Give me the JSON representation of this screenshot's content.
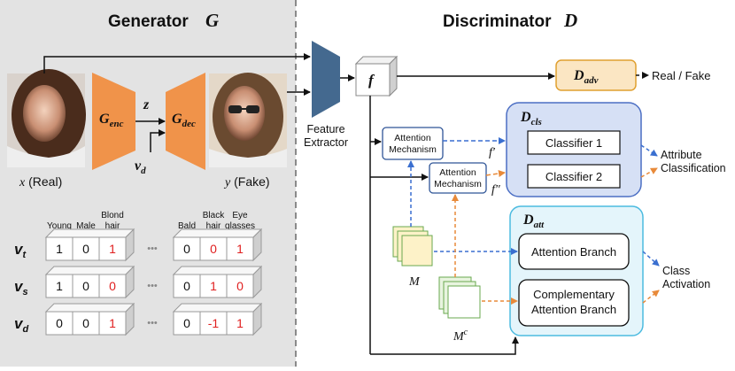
{
  "generator": {
    "title": "Generator",
    "symbol": "G",
    "encoder": {
      "base": "G",
      "sub": "enc"
    },
    "decoder": {
      "base": "G",
      "sub": "dec"
    },
    "latent": "z",
    "vd": {
      "base": "v",
      "sub": "d"
    },
    "real_caption": {
      "var": "x",
      "text": "(Real)"
    },
    "fake_caption": {
      "var": "y",
      "text": "(Fake)"
    }
  },
  "discriminator": {
    "title": "Discriminator",
    "symbol": "D",
    "feature_extractor": [
      "Feature",
      "Extractor"
    ],
    "f_label": "f",
    "d_adv": {
      "base": "D",
      "sub": "adv"
    },
    "real_fake": "Real / Fake",
    "d_cls": {
      "base": "D",
      "sub": "cls"
    },
    "classifier_1": "Classifier 1",
    "classifier_2": "Classifier 2",
    "attention_mech_1": [
      "Attention",
      "Mechanism"
    ],
    "attention_mech_2": [
      "Attention",
      "Mechanism"
    ],
    "f_prime": "f′",
    "f_double_prime": "f″",
    "attribute_classification": [
      "Attribute",
      "Classification"
    ],
    "d_att": {
      "base": "D",
      "sub": "att"
    },
    "attention_branch": "Attention Branch",
    "complementary_branch": [
      "Complementary",
      "Attention Branch"
    ],
    "class_activation": [
      "Class",
      "Activation"
    ],
    "mask_m": "M",
    "mask_mc": {
      "base": "M",
      "sup": "c"
    }
  },
  "attributes": {
    "headers_left": [
      [
        "Young"
      ],
      [
        "Male"
      ],
      [
        "Blond",
        "hair"
      ]
    ],
    "headers_right": [
      [
        "Bald"
      ],
      [
        "Black",
        "hair"
      ],
      [
        "Eye",
        "glasses"
      ]
    ],
    "ellipsis": "•••",
    "rows": [
      {
        "base": "v",
        "sub": "t",
        "left": [
          "1",
          "0",
          "1"
        ],
        "right": [
          "0",
          "0",
          "1"
        ]
      },
      {
        "base": "v",
        "sub": "s",
        "left": [
          "1",
          "0",
          "0"
        ],
        "right": [
          "0",
          "1",
          "0"
        ]
      },
      {
        "base": "v",
        "sub": "d",
        "left": [
          "0",
          "0",
          "1"
        ],
        "right": [
          "0",
          "-1",
          "1"
        ]
      }
    ]
  },
  "colors": {
    "left_panel": "#e3e3e3",
    "orange": "#f0934a",
    "extractor": "#44698f",
    "d_adv_fill": "#fbe6c3",
    "d_adv_border": "#e0a030",
    "d_cls_fill": "#d6e0f5",
    "d_cls_border": "#4c6fc4",
    "d_att_fill": "#e4f5fb",
    "d_att_border": "#4cbbe0",
    "blue_arrow": "#3a6fd0",
    "orange_arrow": "#e88a3a",
    "red_value": "#e02020",
    "mask_m": "#fdf2c8",
    "mask_mc": "#e8f4df"
  }
}
